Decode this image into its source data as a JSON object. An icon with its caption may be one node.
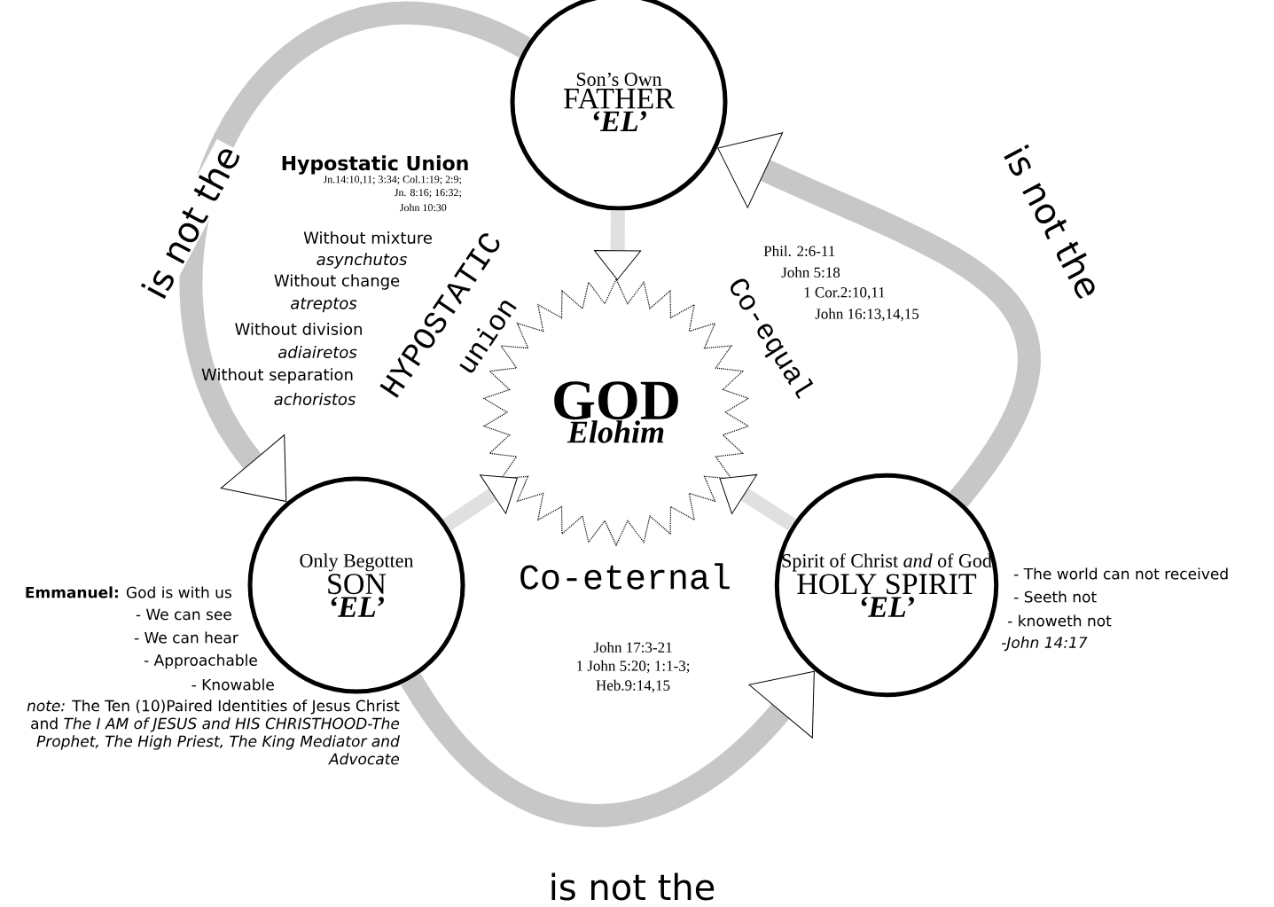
{
  "diagram": {
    "nodes": [
      {
        "text": [
          "Son’s Own",
          "FATHER",
          "‘EL’"
        ]
      },
      {
        "text": [
          "GOD",
          "Elohim"
        ]
      },
      {
        "text": [
          "Only Begotten",
          "SON",
          "‘EL’"
        ],
        "beside": [
          "**Emmanuel:** God is with us",
          "- We can see",
          "-  We can hear",
          "- Approachable",
          "- Knowable"
        ]
      },
      {
        "text": [
          "Spirit of Christ *and* of God",
          "HOLY SPIRIT",
          "‘EL’"
        ],
        "beside": [
          "- The world can not received",
          "- Seeth not",
          "- knoweth not",
          "-*John 14:17*"
        ]
      }
    ],
    "edges": [
      {
        "from": 0,
        "to": 1,
        "arrow": "to"
      },
      {
        "from": 2,
        "to": 1,
        "arrow": "to"
      },
      {
        "from": 3,
        "to": 1,
        "arrow": "to"
      },
      {
        "from": 0,
        "to": 2,
        "arrow": "to",
        "label": "is not the"
      },
      {
        "from": 2,
        "to": 3,
        "arrow": "to",
        "label": "is not the"
      },
      {
        "from": 3,
        "to": 0,
        "arrow": "to",
        "label": "is not the"
      }
    ],
    "labels": [
      "Hypostatic Union",
      "Jn.14:10,11; 3:34; Col.1:19; 2:9;",
      "Jn. 8:16; 16:32;",
      "John 10:30",
      "Without mixture",
      "asynchutos",
      "Without change",
      "atreptos",
      "Without division",
      "adiairetos",
      "Without separation",
      "achoristos",
      "HYPOSTATIC",
      "union",
      "Co-equal",
      "Phil. 2:6-11",
      "John 5:18",
      "1 Cor.2:10,11",
      "John 16:13,14,15",
      "Co-eternal",
      "John 17:3-21",
      "1 John 5:20; 1:1-3;",
      "Heb.9:14,15",
      "*note:* The Ten (10)Paired Identities of Jesus Christ and *The I AM of JESUS and HIS CHRISTHOOD-The Prophet, The High Priest, The King Mediator and Advocate*"
    ]
  }
}
